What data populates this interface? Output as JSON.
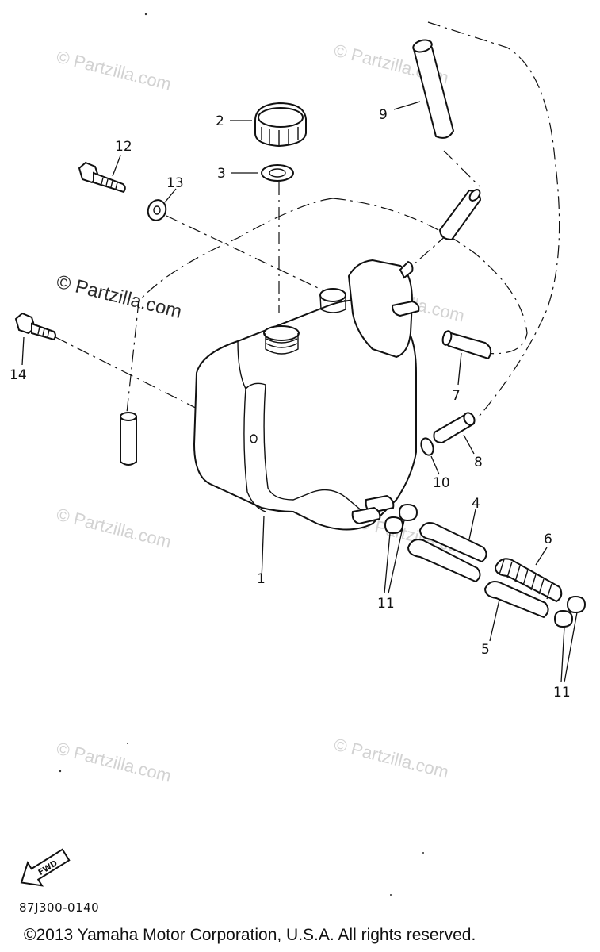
{
  "watermarks": {
    "small": "© Partzilla.com",
    "large": "© Partzilla.com"
  },
  "callouts": {
    "c1": "1",
    "c2": "2",
    "c3": "3",
    "c4": "4",
    "c5": "5",
    "c6": "6",
    "c7": "7",
    "c8": "8",
    "c9": "9",
    "c10": "10",
    "c11a": "11",
    "c11b": "11",
    "c12": "12",
    "c13": "13",
    "c14": "14"
  },
  "fwd_arrow_text": "FWD",
  "doc_code": "87J300-0140",
  "copyright": "©2013  Yamaha Motor Corporation, U.S.A. All rights reserved."
}
